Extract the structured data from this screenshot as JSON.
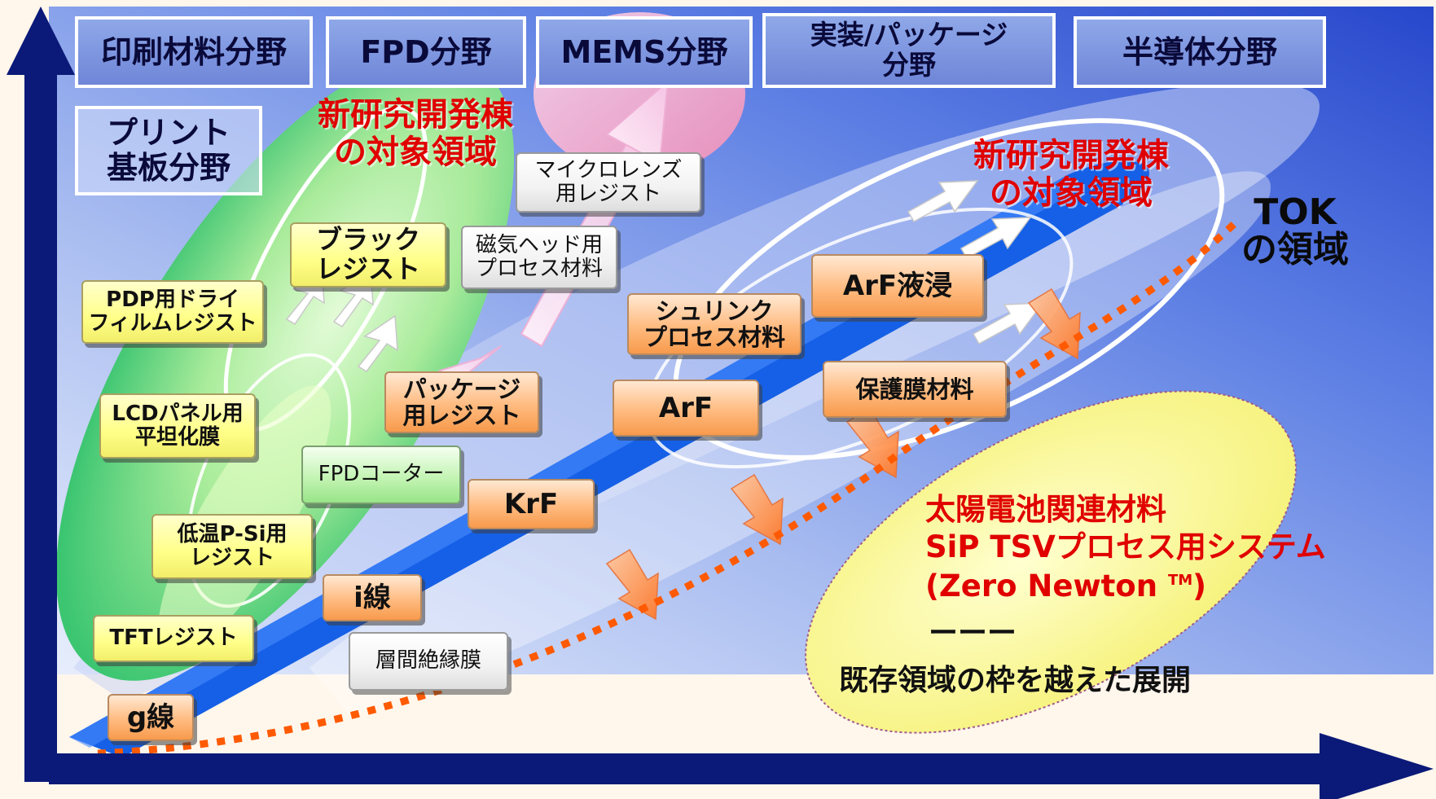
{
  "categories": [
    {
      "id": "print",
      "label": "印刷材料分野"
    },
    {
      "id": "fpd",
      "label": "FPD分野"
    },
    {
      "id": "mems",
      "label": "MEMS分野"
    },
    {
      "id": "pkg",
      "label": "実装/パッケージ\n分野"
    },
    {
      "id": "semi",
      "label": "半導体分野"
    },
    {
      "id": "pcb",
      "label": "プリント\n基板分野"
    }
  ],
  "focus_labels": {
    "left": "新研究開発棟\nの対象領域",
    "right": "新研究開発棟\nの対象領域"
  },
  "tok_label": "TOK\nの領域",
  "products": {
    "tft": "TFTレジスト",
    "lowtemp": "低温P-Si用\nレジスト",
    "lcd": "LCDパネル用\n平坦化膜",
    "pdp": "PDP用ドライ\nフィルムレジスト",
    "black": "ブラック\nレジスト",
    "fpd_coater": "FPDコーター",
    "package_resist": "パッケージ\n用レジスト",
    "magnetic": "磁気ヘッド用\nプロセス材料",
    "microlens": "マイクロレンズ\n用レジスト",
    "interlayer": "層間絶縁膜",
    "g_line": "g線",
    "i_line": "i線",
    "krf": "KrF",
    "arf": "ArF",
    "shrink": "シュリンク\nプロセス材料",
    "arf_immersion": "ArF液浸",
    "protective": "保護膜材料"
  },
  "expansion": {
    "solar": "太陽電池関連材料",
    "sip_tsv": "SiP TSVプロセス用システム",
    "zero_newton": "(Zero Newton",
    "zero_newton_tm": "TM",
    "zero_newton_close": ")",
    "dashes": "ーーー",
    "beyond": "既存領域の枠を越えた展開"
  },
  "colors": {
    "axis": "#0b1a78",
    "band_blue": "#1560e6",
    "red_text": "#e00000",
    "dotted_curve": "#ff5a00",
    "ellipse_fill": "#ffff99"
  }
}
